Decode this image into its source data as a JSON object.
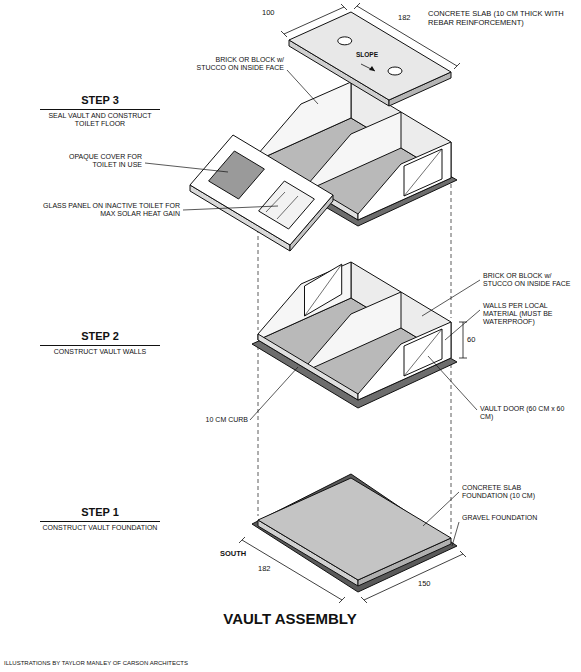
{
  "diagram": {
    "title": "VAULT ASSEMBLY",
    "caption": "ILLUSTRATIONS BY TAYLOR MANLEY OF CARSON ARCHITECTS",
    "labels": [
      "100",
      "182",
      "CONCRETE SLAB (10 CM THICK WITH REBAR REINFORCEMENT)",
      "SLOPE",
      "BRICK OR BLOCK w/ STUCCO ON INSIDE FACE",
      "STEP 3",
      "SEAL VAULT AND CONSTRUCT TOILET FLOOR",
      "OPAQUE COVER FOR TOILET IN USE",
      "GLASS PANEL ON INACTIVE TOILET FOR MAX SOLAR HEAT GAIN",
      "BRICK OR BLOCK w/ STUCCO ON INSIDE FACE",
      "WALLS PER LOCAL MATERIAL (MUST BE WATERPROOF)",
      "STEP 2",
      "CONSTRUCT VAULT WALLS",
      "60",
      "10 CM CURB",
      "VAULT DOOR (60 CM x 60 CM)",
      "CONCRETE SLAB FOUNDATION (10 CM)",
      "GRAVEL FOUNDATION",
      "STEP 1",
      "CONSTRUCT VAULT FOUNDATION",
      "SOUTH",
      "182",
      "150"
    ]
  }
}
